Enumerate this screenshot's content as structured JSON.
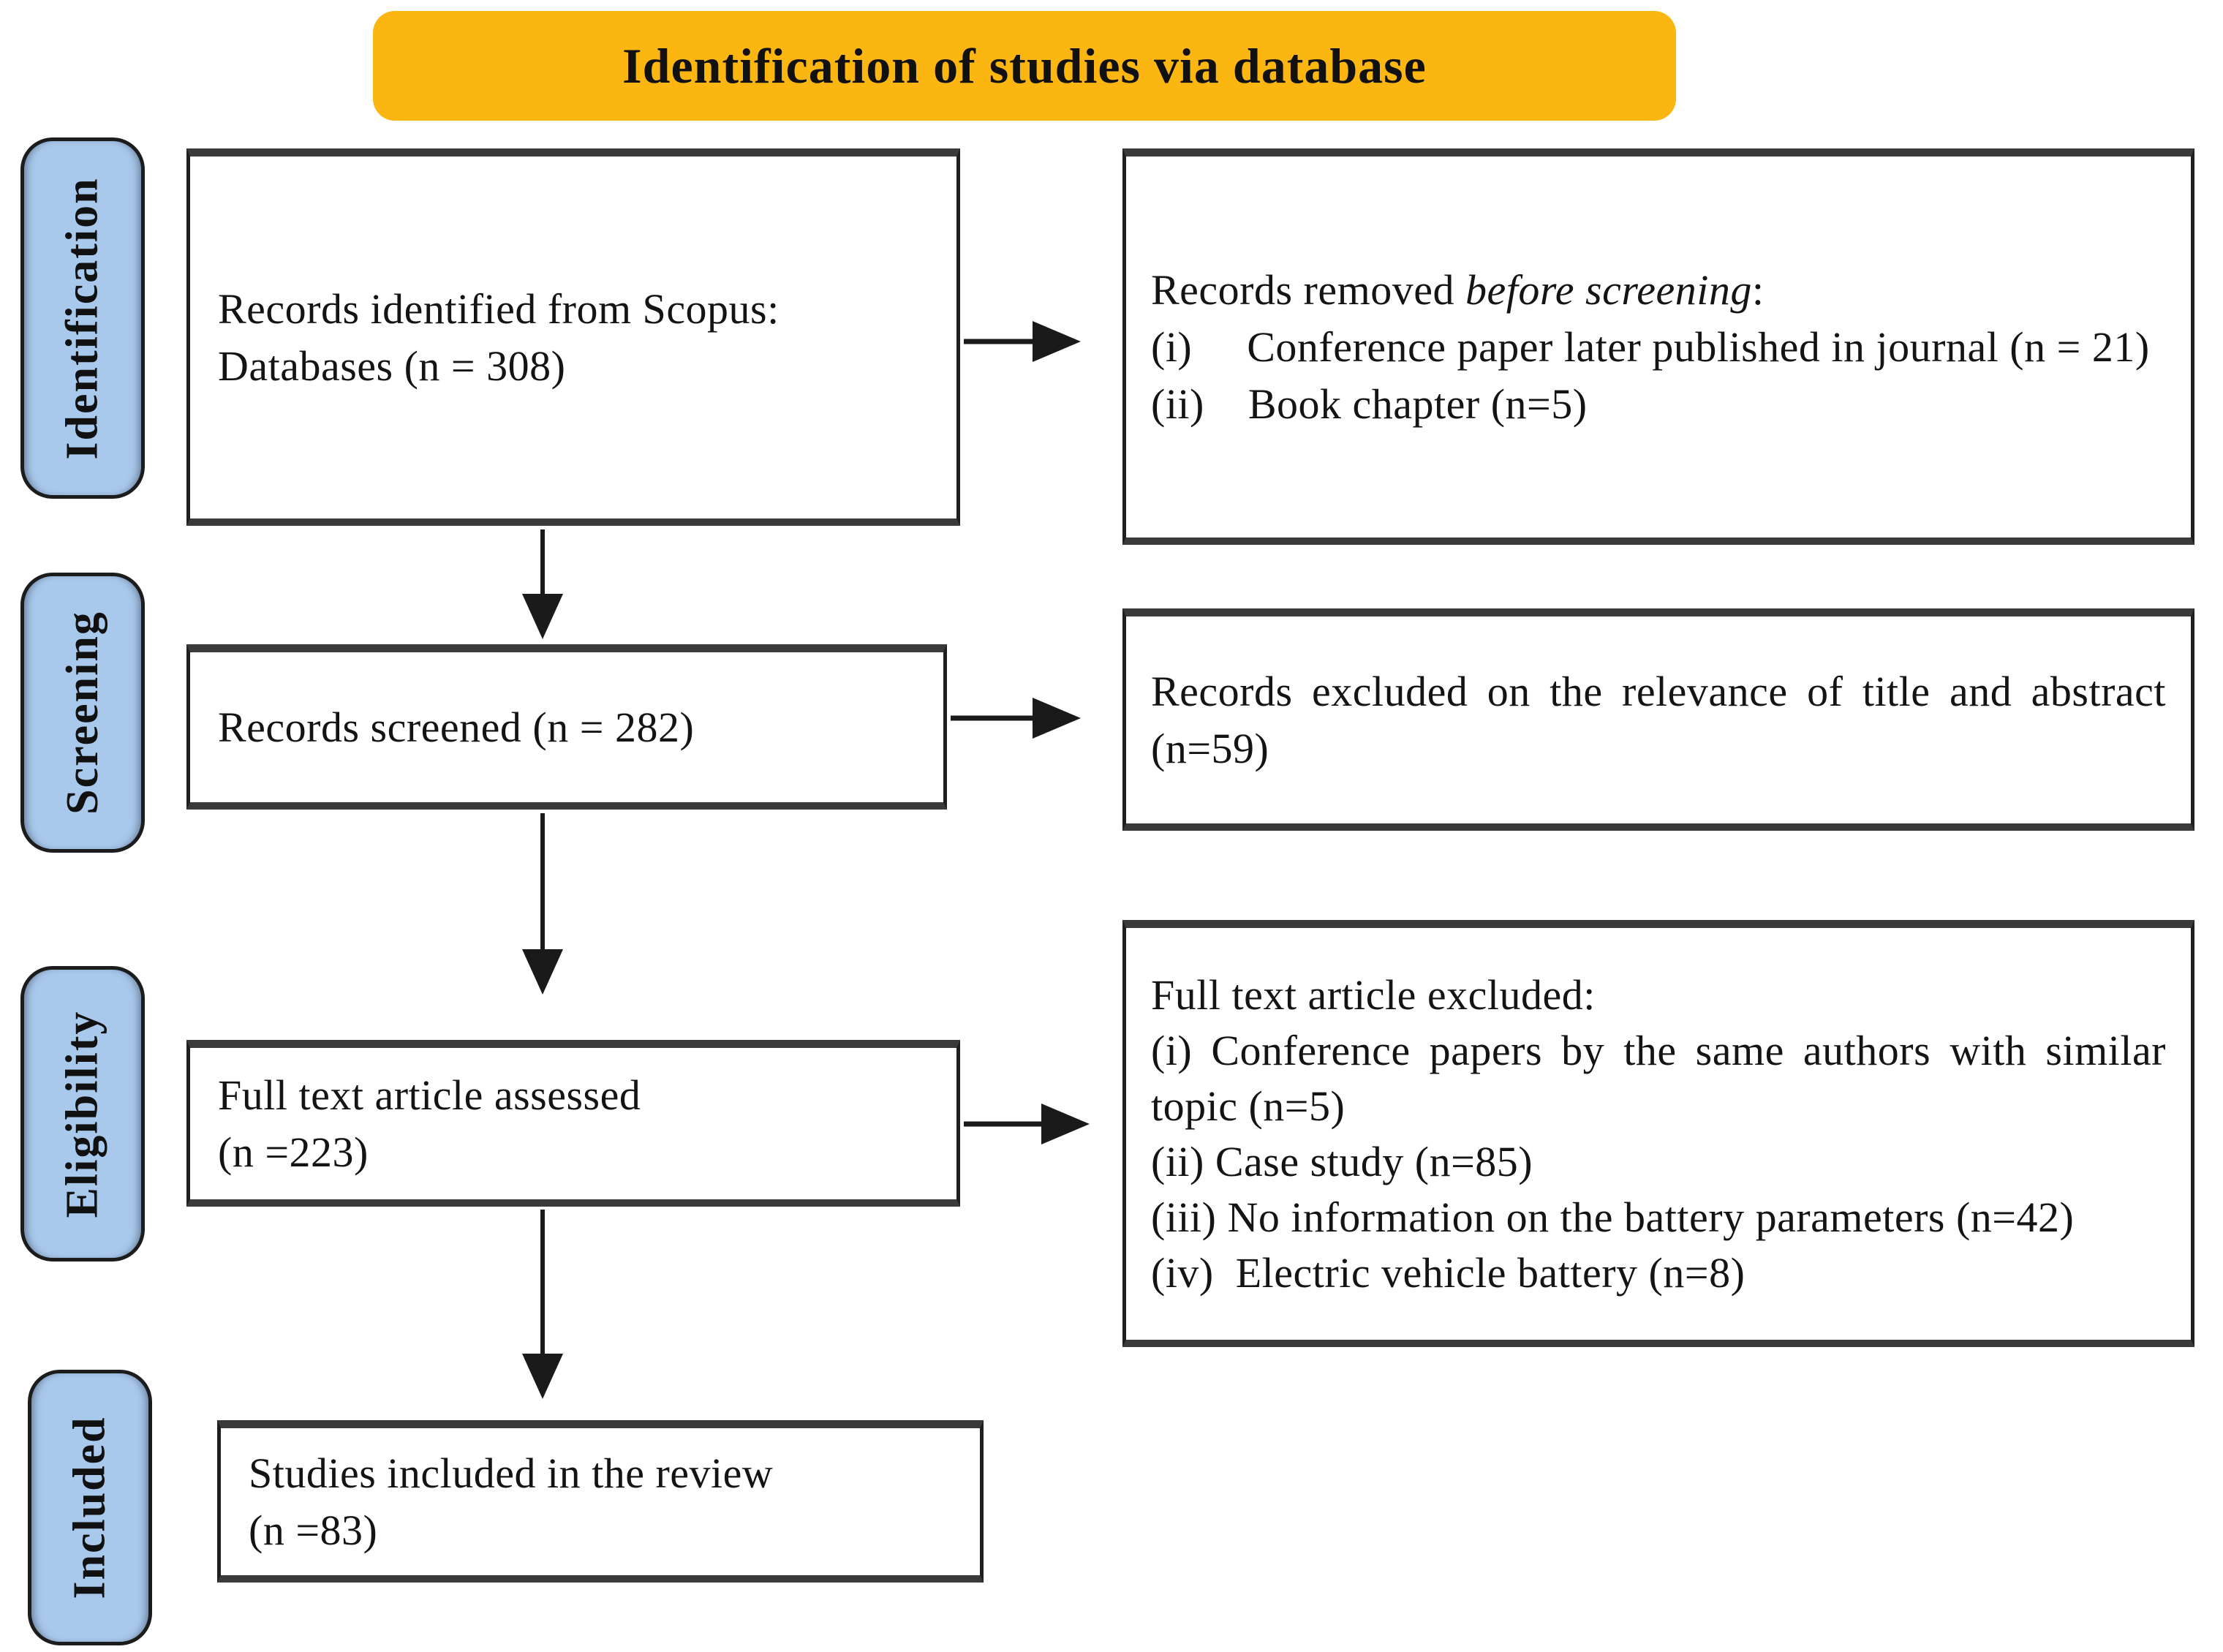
{
  "banner": {
    "title": "Identification of studies via database"
  },
  "colors": {
    "banner_bg": "#FBB612",
    "stage_bg": "#A9C9EC",
    "box_border": "#1F1F1F",
    "arrow": "#1A1A1A"
  },
  "stages": [
    {
      "label": "Identification"
    },
    {
      "label": "Screening"
    },
    {
      "label": "Eligibility"
    },
    {
      "label": "Included"
    }
  ],
  "boxes": {
    "identified": {
      "line1": "Records identified from Scopus:",
      "line2": "Databases (n = 308)"
    },
    "removed": {
      "prefix": "Records removed ",
      "emphasis": "before screening",
      "suffix": ":",
      "item1": "(i)     Conference paper later published in journal (n = 21)",
      "item2": "(ii)    Book chapter (n=5)"
    },
    "screened": {
      "line1": "Records screened (n = 282)"
    },
    "excluded_screening": {
      "line1": "Records excluded on the relevance of title and abstract (n=59)"
    },
    "assessed": {
      "line1": "Full text article assessed",
      "line2": "(n =223)"
    },
    "excluded_fulltext": {
      "title": "Full text article excluded:",
      "item1": "(i) Conference papers by the same authors with similar topic (n=5)",
      "item2": "(ii) Case study (n=85)",
      "item3": "(iii) No information on the battery parameters (n=42)",
      "item4": "(iv)  Electric vehicle battery (n=8)"
    },
    "included": {
      "line1": "Studies included in the review",
      "line2": "(n =83)"
    }
  }
}
